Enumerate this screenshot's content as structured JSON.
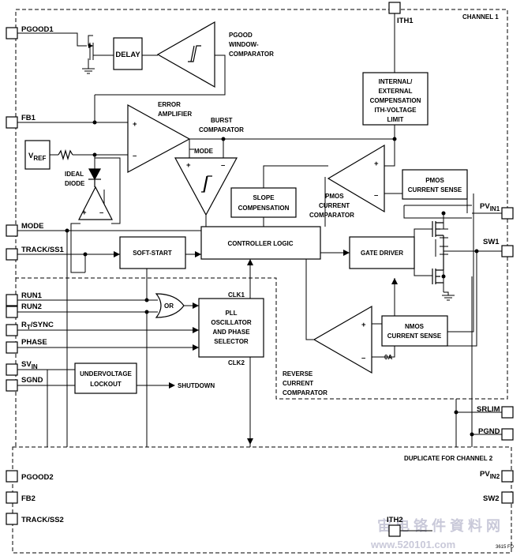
{
  "pins_left": {
    "pgood1": "PGOOD1",
    "fb1": "FB1",
    "mode": "MODE",
    "track_ss1": "TRACK/SS1",
    "run1": "RUN1",
    "run2": "RUN2",
    "rt_sync_r": "R",
    "rt_sync_sub": "T",
    "rt_sync_rest": "/SYNC",
    "phase": "PHASE",
    "svin_s": "SV",
    "svin_sub": "IN",
    "sgnd": "SGND",
    "pgood2": "PGOOD2",
    "fb2": "FB2",
    "track_ss2": "TRACK/SS2"
  },
  "pins_right": {
    "ith1": "ITH1",
    "pvin1": "PV",
    "pvin1_sub": "IN1",
    "sw1": "SW1",
    "srlim": "SRLIM",
    "pgnd": "PGND",
    "pvin2": "PV",
    "pvin2_sub": "IN2",
    "sw2": "SW2",
    "ith2": "ITH2"
  },
  "regions": {
    "channel1": "CHANNEL 1",
    "channel2": "DUPLICATE FOR CHANNEL 2"
  },
  "blocks": {
    "delay": "DELAY",
    "internal_comp": [
      "INTERNAL/",
      "EXTERNAL",
      "COMPENSATION",
      "ITH-VOLTAGE",
      "LIMIT"
    ],
    "slope_comp": [
      "SLOPE",
      "COMPENSATION"
    ],
    "pmos_sense": [
      "PMOS",
      "CURRENT SENSE"
    ],
    "controller": "CONTROLLER LOGIC",
    "soft_start": "SOFT-START",
    "gate_driver": "GATE DRIVER",
    "pll": [
      "PLL",
      "OSCILLATOR",
      "AND PHASE",
      "SELECTOR"
    ],
    "uvlo": [
      "UNDERVOLTAGE",
      "LOCKOUT"
    ],
    "nmos_sense": [
      "NMOS",
      "CURRENT SENSE"
    ],
    "or_gate": "OR"
  },
  "labels": {
    "pgood_comp": [
      "PGOOD",
      "WINDOW-",
      "COMPARATOR"
    ],
    "error_amp": [
      "ERROR",
      "AMPLIFIER"
    ],
    "burst_comp": [
      "BURST",
      "COMPARATOR"
    ],
    "mode_input": "MODE",
    "vref": "V",
    "vref_sub": "REF",
    "ideal_diode": [
      "IDEAL",
      "DIODE"
    ],
    "pmos_comp": [
      "PMOS",
      "CURRENT",
      "COMPARATOR"
    ],
    "reverse_comp": [
      "REVERSE",
      "CURRENT",
      "COMPARATOR"
    ],
    "clk1": "CLK1",
    "clk2": "CLK2",
    "shutdown": "SHUTDOWN",
    "zero_a": "0A",
    "plus": "+",
    "minus": "–"
  },
  "figure_code": "3615 FD",
  "watermark": {
    "line1": "宙 电 铬 件 資 料 网",
    "line2": "www.520101.com"
  }
}
